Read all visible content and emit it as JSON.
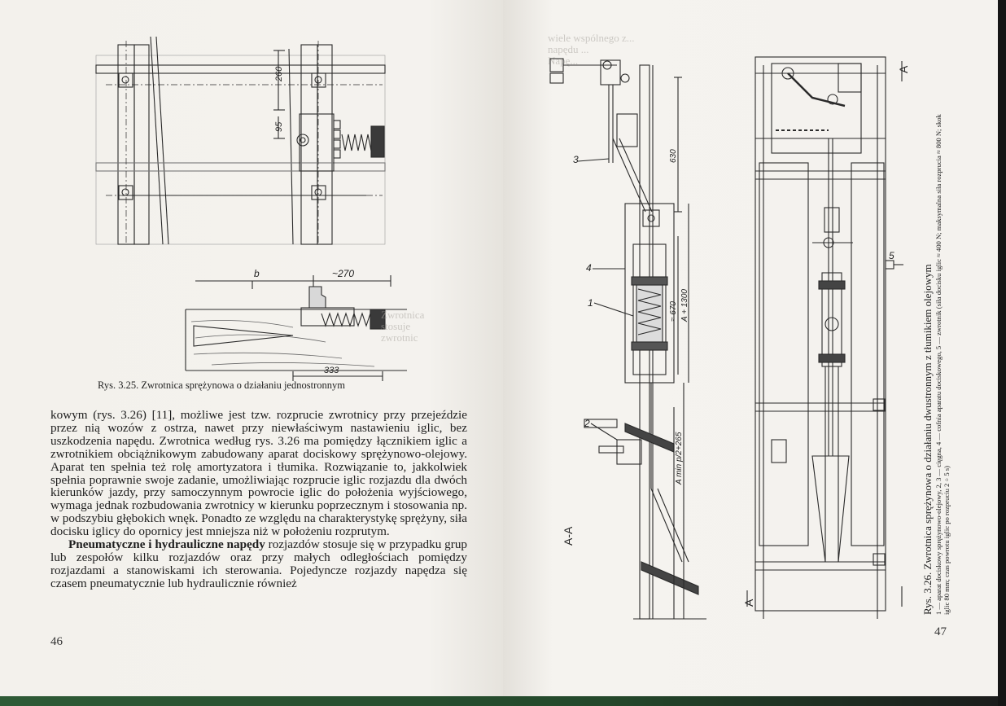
{
  "left_page": {
    "figure_3_25": {
      "dim_260": "260",
      "dim_95": "95",
      "dim_b": "b",
      "dim_270": "~270",
      "dim_333": "333"
    },
    "caption": "Rys. 3.25. Zwrotnica sprężynowa o działaniu jednostronnym",
    "body_paragraph_1": "kowym (rys. 3.26) [11], możliwe jest tzw. rozprucie zwrotnicy przy przejeździe przez nią wozów z ostrza, nawet przy niewłaściwym nastawieniu iglic, bez uszkodzenia napędu. Zwrotnica według rys. 3.26 ma pomiędzy łącznikiem iglic a zwrotnikiem obciążnikowym zabudowany aparat dociskowy sprężynowo-olejowy. Aparat ten spełnia też rolę amortyzatora i tłumika. Rozwiązanie to, jakkolwiek spełnia poprawnie swoje zadanie, umożliwiając rozprucie iglic rozjazdu dla dwóch kierunków jazdy, przy samoczynnym powrocie iglic do położenia wyjściowego, wymaga jednak rozbudowania zwrotnicy w kierunku poprzecznym i stosowania np. w podszybiu głębokich wnęk. Ponadto ze względu na charakterystykę sprężyny, siła docisku iglicy do opornicy jest mniejsza niż w położeniu rozprutym.",
    "body_paragraph_2_bold": "Pneumatyczne i hydrauliczne napędy",
    "body_paragraph_2": " rozjazdów stosuje się w przypadku grup lub zespołów kilku rozjazdów oraz przy małych odległościach pomiędzy rozjazdami a stanowiskami ich sterowania. Pojedyncze rozjazdy napędza się czasem pneumatycznie lub hydraulicznie również",
    "page_number": "46"
  },
  "right_page": {
    "figure_3_26": {
      "label_3": "3",
      "label_4": "4",
      "label_1": "1",
      "label_2": "2",
      "label_5": "5",
      "dim_630": "630",
      "dim_670": "≈ 670",
      "dim_1300": "A + 1300",
      "dim_amin": "A min  p/2+265",
      "section_aa": "A-A",
      "section_a_top": "A",
      "section_a_bottom": "A"
    },
    "caption_title": "Rys. 3.26. Zwrotnica sprężynowa o działaniu dwustronnym z tłumikiem olejowym",
    "caption_legend_1": "1 — aparat dociskowy sprężynowo-olejowy, 2, 3 — cięgna, 4 — cofnia aparatu dociskowego, 5 — zwrotnik (siła docisku iglic ≈ 400 N; maksymalna siła rozprucia ≈ 800 N; skok",
    "caption_legend_2": "iglic 80 mm; czas powrotu iglic po rozpruciu 2 ÷ 5 s)",
    "page_number": "47"
  },
  "colors": {
    "paper": "#f4f2ee",
    "ink": "#1e1e1e",
    "binding_green": "#2e5a36"
  }
}
